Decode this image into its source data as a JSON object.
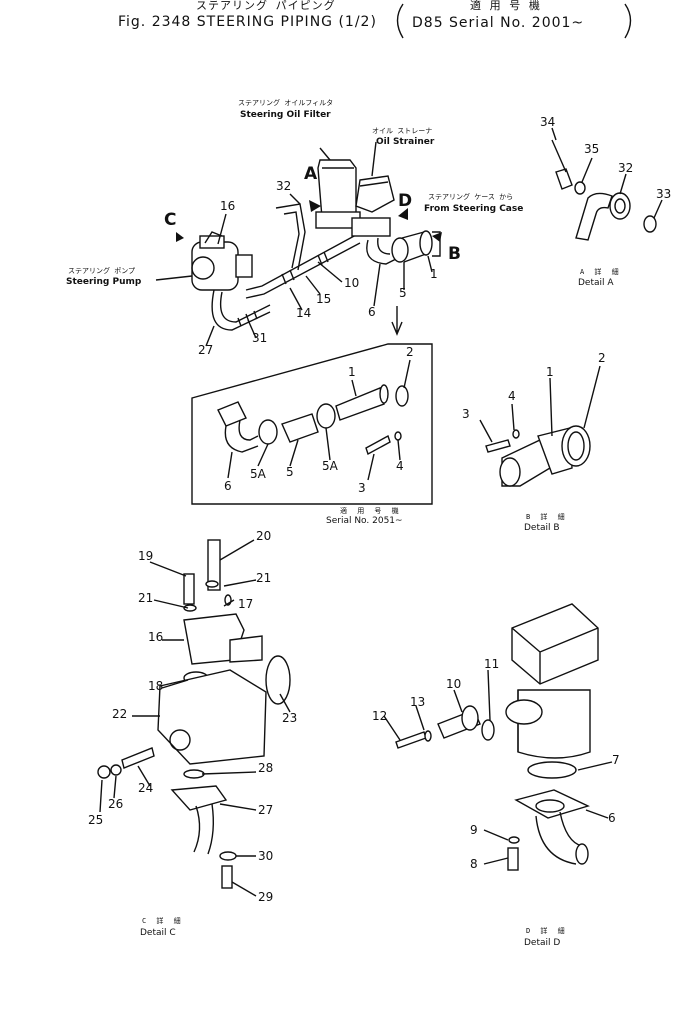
{
  "header": {
    "jp_title": "ステアリング パイピング",
    "fig_title": "Fig. 2348  STEERING PIPING  (1/2)",
    "serial_jp": "適 用 号 機",
    "serial_en": "D85  Serial  No. 2001~"
  },
  "labels": {
    "oil_filter_jp": "ステアリング オイルフィルタ",
    "oil_filter_en": "Steering Oil Filter",
    "oil_strainer_jp": "オイル ストレーナ",
    "oil_strainer_en": "Oil Strainer",
    "from_case_jp": "ステアリング ケース から",
    "from_case_en": "From Steering Case",
    "pump_jp": "ステアリング ポンプ",
    "pump_en": "Steering Pump"
  },
  "views": {
    "A": "A",
    "B": "B",
    "C": "C",
    "D": "D"
  },
  "captions": {
    "detail_a_jp": "A 詳 細",
    "detail_a_en": "Detail  A",
    "detail_b_jp": "B 詳 細",
    "detail_b_en": "Detail  B",
    "detail_c_jp": "C 詳 細",
    "detail_c_en": "Detail  C",
    "detail_d_jp": "D 詳 細",
    "detail_d_en": "Detail  D",
    "serial_box_jp": "適 用 号 機",
    "serial_box_en": "Serial No. 2051~"
  },
  "part_numbers": {
    "main": [
      "16",
      "32",
      "10",
      "15",
      "14",
      "31",
      "27",
      "6",
      "5",
      "1"
    ],
    "detail_a": [
      "34",
      "35",
      "32",
      "33"
    ],
    "inset": [
      "1",
      "2",
      "6",
      "5A",
      "5",
      "5A",
      "3",
      "4"
    ],
    "detail_b": [
      "1",
      "2",
      "3",
      "4"
    ],
    "detail_c": [
      "19",
      "20",
      "21",
      "21",
      "17",
      "16",
      "18",
      "23",
      "22",
      "25",
      "26",
      "24",
      "28",
      "27",
      "30",
      "29"
    ],
    "detail_d": [
      "10",
      "11",
      "12",
      "13",
      "7",
      "6",
      "9",
      "8"
    ]
  }
}
